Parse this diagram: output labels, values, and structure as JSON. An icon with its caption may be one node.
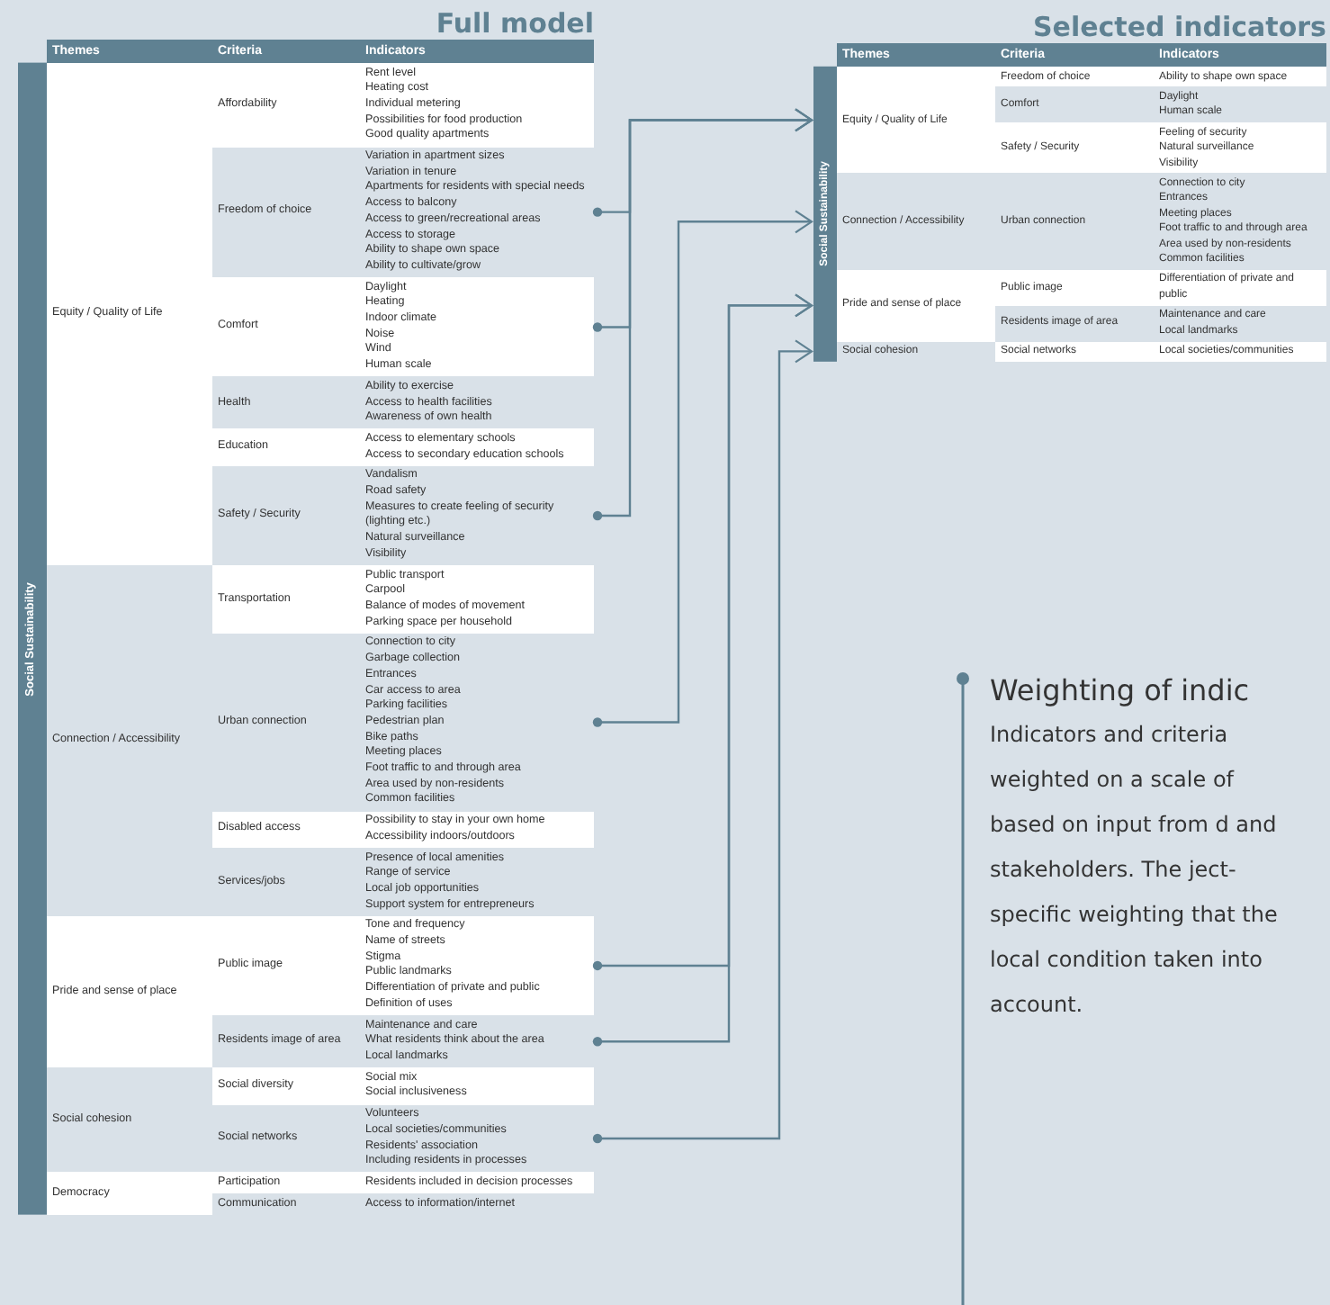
{
  "diagram": {
    "nodes": [
      {
        "text": [
          "Social Sustainability"
        ]
      },
      {
        "text": [
          "Equity / Quality of Life"
        ]
      },
      {
        "text": [
          "Affordability"
        ]
      },
      {
        "text": [
          "Rent level",
          "Heating cost",
          "Individual metering",
          "Possibilities for food production",
          "Good quality apartments"
        ]
      },
      {
        "text": [
          "Freedom of choice"
        ]
      },
      {
        "text": [
          "Variation in apartment sizes",
          "Variation in tenure",
          "Apartments for residents with special needs",
          "Access to balcony",
          "Access to green/recreational areas",
          "Access to storage",
          "Ability to shape own space",
          "Ability to cultivate/grow"
        ]
      },
      {
        "text": [
          "Comfort"
        ]
      },
      {
        "text": [
          "Daylight",
          "Heating",
          "Indoor climate",
          "Noise",
          "Wind",
          "Human scale"
        ]
      },
      {
        "text": [
          "Health"
        ]
      },
      {
        "text": [
          "Ability to exercise",
          "Access to health facilities",
          "Awareness of own health"
        ]
      },
      {
        "text": [
          "Education"
        ]
      },
      {
        "text": [
          "Access to elementary schools",
          "Access to secondary education schools"
        ]
      },
      {
        "text": [
          "Safety / Security"
        ]
      },
      {
        "text": [
          "Vandalism",
          "Road safety",
          "Measures to create feeling of security (lighting etc.)",
          "Natural surveillance",
          "Visibility"
        ]
      },
      {
        "text": [
          "Connection / Accessibility"
        ]
      },
      {
        "text": [
          "Transportation"
        ]
      },
      {
        "text": [
          "Public transport",
          "Carpool",
          "Balance of modes of movement",
          "Parking space per household"
        ]
      },
      {
        "text": [
          "Urban connection"
        ]
      },
      {
        "text": [
          "Connection to city",
          "Garbage collection",
          "Entrances",
          "Car access to area",
          "Parking facilities",
          "Pedestrian plan",
          "Bike paths",
          "Meeting places",
          "Foot traffic to and through area",
          "Area used by non-residents",
          "Common facilities"
        ]
      },
      {
        "text": [
          "Disabled access"
        ]
      },
      {
        "text": [
          "Possibility to stay in your own home",
          "Accessibility indoors/outdoors"
        ]
      },
      {
        "text": [
          "Services/jobs"
        ]
      },
      {
        "text": [
          "Presence of local amenities",
          "Range of service",
          "Local job opportunities",
          "Support system for entrepreneurs"
        ]
      },
      {
        "text": [
          "Pride and sense of place"
        ]
      },
      {
        "text": [
          "Public image"
        ]
      },
      {
        "text": [
          "Tone and frequency",
          "Name of streets",
          "Stigma",
          "Public landmarks",
          "Differentiation of private and public",
          "Definition of uses"
        ]
      },
      {
        "text": [
          "Residents image of area"
        ]
      },
      {
        "text": [
          "Maintenance and care",
          "What residents think about the area",
          "Local landmarks"
        ]
      },
      {
        "text": [
          "Social cohesion"
        ]
      },
      {
        "text": [
          "Social diversity"
        ]
      },
      {
        "text": [
          "Social mix",
          "Social inclusiveness"
        ]
      },
      {
        "text": [
          "Social networks"
        ]
      },
      {
        "text": [
          "Volunteers",
          "Local societies/communities",
          "Residents' association",
          "Including residents in processes"
        ]
      },
      {
        "text": [
          "Democracy"
        ]
      },
      {
        "text": [
          "Participation"
        ]
      },
      {
        "text": [
          "Residents included in decision processes"
        ]
      },
      {
        "text": [
          "Communication"
        ]
      },
      {
        "text": [
          "Access to information/internet"
        ]
      },
      {
        "text": [
          "Social Sustainability"
        ]
      },
      {
        "text": [
          "Equity / Quality of Life"
        ]
      },
      {
        "text": [
          "Freedom of choice"
        ]
      },
      {
        "text": [
          "Ability to shape own space"
        ]
      },
      {
        "text": [
          "Comfort"
        ]
      },
      {
        "text": [
          "Daylight",
          "Human scale"
        ]
      },
      {
        "text": [
          "Safety / Security"
        ]
      },
      {
        "text": [
          "Feeling of security",
          "Natural surveillance",
          "Visibility"
        ]
      },
      {
        "text": [
          "Connection / Accessibility"
        ]
      },
      {
        "text": [
          "Urban connection"
        ]
      },
      {
        "text": [
          "Connection to city",
          "Entrances",
          "Meeting places",
          "Foot traffic to and through area",
          "Area used by non-residents",
          "Common facilities"
        ]
      },
      {
        "text": [
          "Pride and sense of place"
        ]
      },
      {
        "text": [
          "Public image"
        ]
      },
      {
        "text": [
          "Differentiation of private and public"
        ]
      },
      {
        "text": [
          "Residents image of area"
        ]
      },
      {
        "text": [
          "Maintenance and care",
          "Local landmarks"
        ]
      },
      {
        "text": [
          "Social cohesion"
        ]
      },
      {
        "text": [
          "Social networks"
        ]
      },
      {
        "text": [
          "Local societies/communities"
        ]
      }
    ],
    "edges": [
      {
        "from": 5,
        "to": 39,
        "arrow": "to"
      },
      {
        "from": 7,
        "to": 39,
        "arrow": "to"
      },
      {
        "from": 13,
        "to": 39,
        "arrow": "to"
      },
      {
        "from": 18,
        "to": 46,
        "arrow": "to"
      },
      {
        "from": 25,
        "to": 49,
        "arrow": "to"
      },
      {
        "from": 27,
        "to": 49,
        "arrow": "to"
      },
      {
        "from": 32,
        "to": 54,
        "arrow": "to"
      }
    ],
    "labels": [
      "Full model",
      "Themes",
      "Criteria",
      "Indicators",
      "Selected indicators",
      "Themes",
      "Criteria",
      "Indicators",
      "Weighting of indic",
      "Indicators and criteria weighted on a scale of based on input from d and stakeholders. The ject-specific weighting that the local condition taken into account."
    ]
  }
}
